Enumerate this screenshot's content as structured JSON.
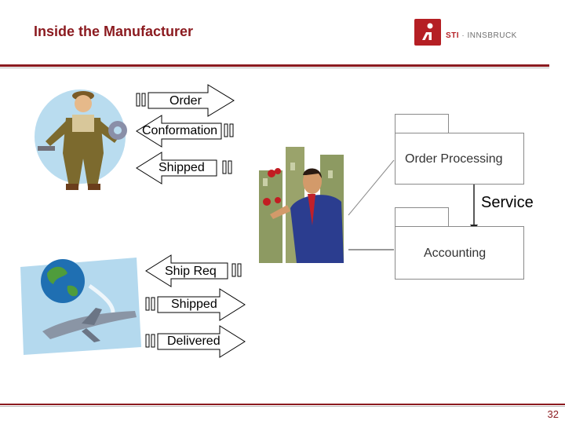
{
  "slide": {
    "title": "Inside the Manufacturer",
    "page_number": "32",
    "logo": {
      "brand": "STI",
      "separator": " · ",
      "name": "INNSBRUCK"
    }
  },
  "messages_top": [
    {
      "label": "Order",
      "direction": "right"
    },
    {
      "label": "Conformation",
      "direction": "left"
    },
    {
      "label": "Shipped",
      "direction": "left"
    }
  ],
  "messages_bottom": [
    {
      "label": "Ship Req",
      "direction": "left"
    },
    {
      "label": "Shipped",
      "direction": "right"
    },
    {
      "label": "Delivered",
      "direction": "right"
    }
  ],
  "diagram": {
    "order_processing": "Order Processing",
    "accounting": "Accounting",
    "service_label": "Service"
  },
  "colors": {
    "accent": "#8b1a1f",
    "logo_red": "#b51f24"
  }
}
